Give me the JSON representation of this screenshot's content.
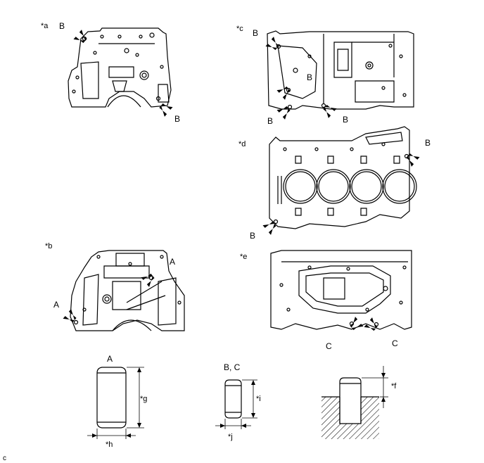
{
  "views": {
    "a": "*a",
    "b": "*b",
    "c": "*c",
    "d": "*d",
    "e": "*e"
  },
  "callouts": {
    "pin_a": "A",
    "pin_b": "B",
    "pin_c": "C"
  },
  "pin_details": {
    "pin_a_title": "A",
    "pin_bc_title": "B, C",
    "length_a": "*g",
    "diameter_a": "*h",
    "length_bc": "*i",
    "diameter_bc": "*j",
    "protrusion": "*f"
  },
  "footer_code": "c"
}
